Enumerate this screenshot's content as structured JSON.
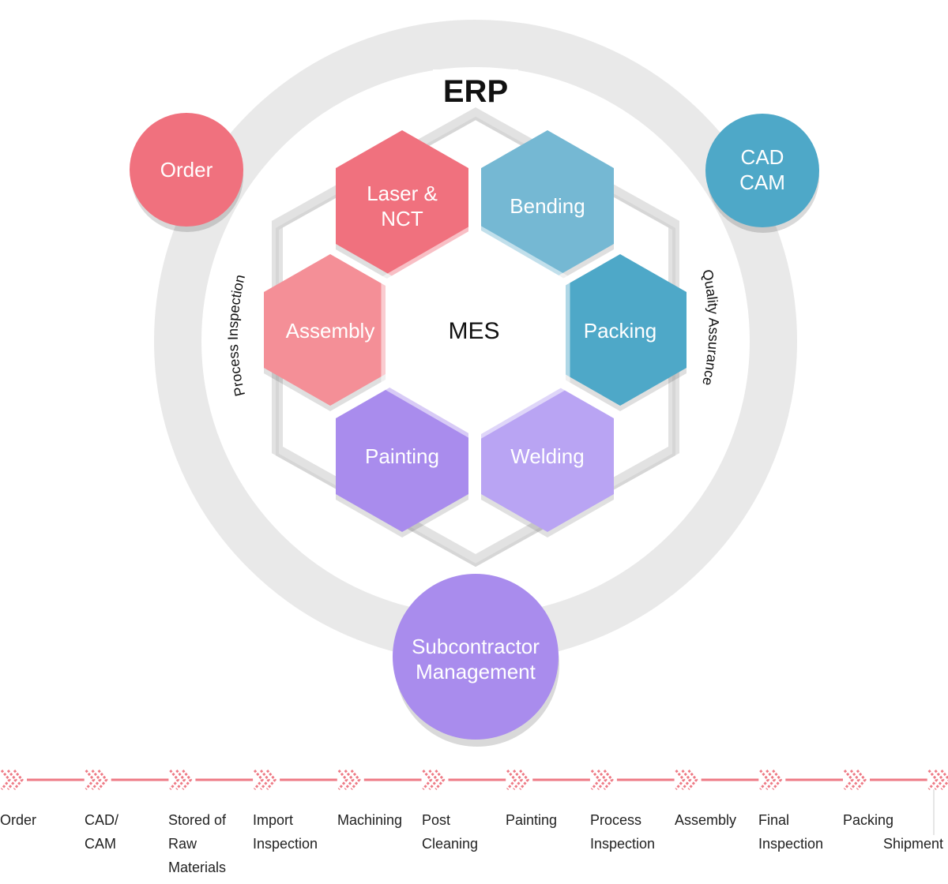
{
  "erp": {
    "title": "ERP"
  },
  "mes": {
    "label": "MES"
  },
  "hexes": {
    "laser": {
      "line1": "Laser &",
      "line2": "NCT",
      "color": "#f0717e"
    },
    "bending": {
      "label": "Bending",
      "color": "#75b8d3"
    },
    "assembly": {
      "label": "Assembly",
      "color": "#f48f97"
    },
    "packing": {
      "label": "Packing",
      "color": "#4ea8c8"
    },
    "painting": {
      "label": "Painting",
      "color": "#a98ced"
    },
    "welding": {
      "label": "Welding",
      "color": "#b9a4f3"
    }
  },
  "arc_labels": {
    "left": "Process Inspection",
    "right": "Quality Assurance"
  },
  "circles": {
    "order": {
      "label": "Order",
      "color": "#f0717e"
    },
    "cadcam": {
      "line1": "CAD",
      "line2": "CAM",
      "color": "#4ea8c8"
    },
    "subcontractor": {
      "line1": "Subcontractor",
      "line2": "Management",
      "color": "#a98ced"
    }
  },
  "colors": {
    "ring": "#e9e9e9",
    "frame": "#d4d4d4",
    "timeline": "#ee7a85",
    "shadow": "#c9c9c9"
  },
  "timeline": {
    "steps": [
      "Order",
      "CAD/\nCAM",
      "Stored of\nRaw\nMaterials",
      "Import\nInspection",
      "Machining",
      "Post\nCleaning",
      "Painting",
      "Process\nInspection",
      "Assembly",
      "Final\nInspection",
      "Packing",
      "Shipment"
    ]
  }
}
